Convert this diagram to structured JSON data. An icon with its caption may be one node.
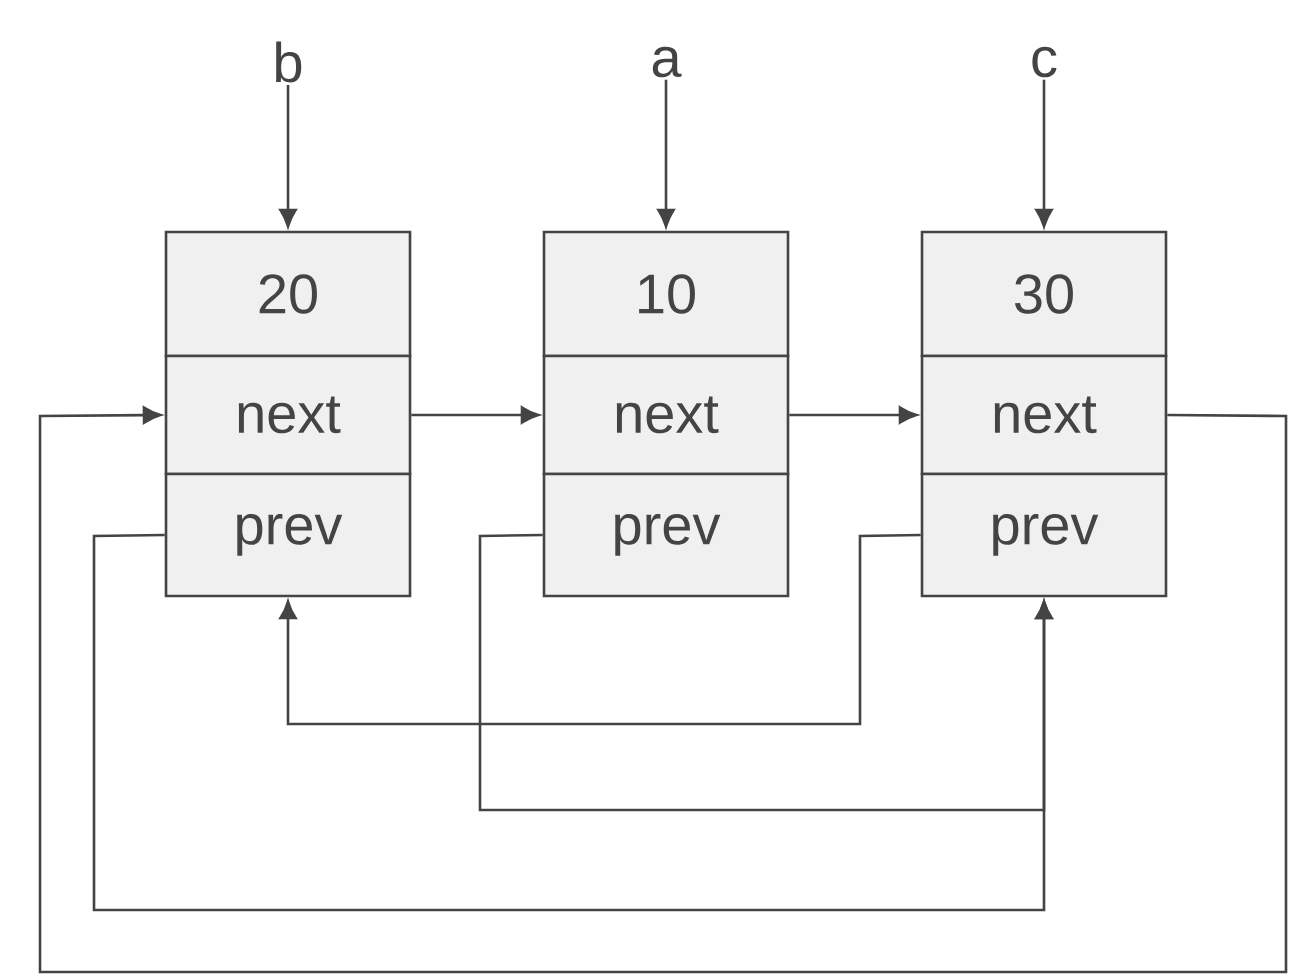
{
  "diagram": {
    "nodes": [
      {
        "text": [
          "b"
        ]
      },
      {
        "text": [
          "a"
        ]
      },
      {
        "text": [
          "c"
        ]
      },
      {
        "text": [
          "20"
        ]
      },
      {
        "text": [
          "next"
        ]
      },
      {
        "text": [
          "prev"
        ]
      },
      {
        "text": [
          "10"
        ]
      },
      {
        "text": [
          "next"
        ]
      },
      {
        "text": [
          "prev"
        ]
      },
      {
        "text": [
          "30"
        ]
      },
      {
        "text": [
          "next"
        ]
      },
      {
        "text": [
          "prev"
        ]
      }
    ],
    "edges": [
      {
        "from": 0,
        "to": 3,
        "arrow": "to"
      },
      {
        "from": 1,
        "to": 6,
        "arrow": "to"
      },
      {
        "from": 2,
        "to": 9,
        "arrow": "to"
      },
      {
        "from": 4,
        "to": 7,
        "arrow": "to"
      },
      {
        "from": 7,
        "to": 10,
        "arrow": "to"
      },
      {
        "from": 10,
        "to": 4,
        "arrow": "to"
      },
      {
        "from": 5,
        "to": 11,
        "arrow": "to"
      },
      {
        "from": 8,
        "to": 11,
        "arrow": "to"
      },
      {
        "from": 11,
        "to": 5,
        "arrow": "to"
      }
    ]
  }
}
